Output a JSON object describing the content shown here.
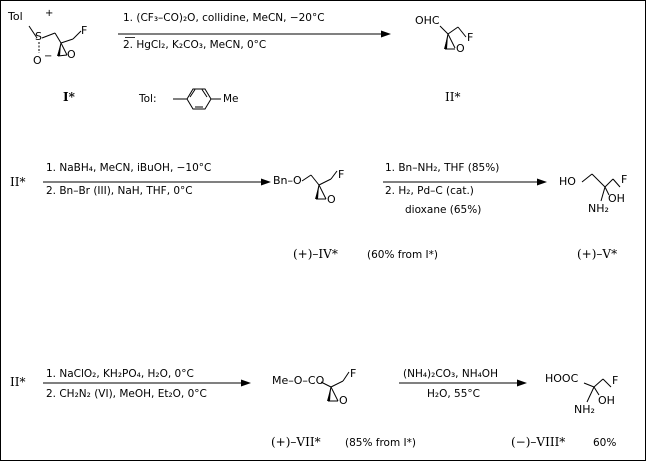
{
  "row1": {
    "start_compound": "I*",
    "atoms": {
      "tol": "Tol",
      "plus": "+",
      "s": "S",
      "o_minus": "O",
      "minus": "−",
      "epox_o": "O",
      "f": "F"
    },
    "conditions": [
      "1. (CF₃–CO)₂O, collidine,   MeCN,   −20°C",
      "2. HgCl₂, K₂CO₃,   MeCN,   0°C"
    ],
    "tol_legend": {
      "label": "Tol:",
      "me": "Me"
    },
    "product": {
      "ohc": "OHC",
      "f": "F",
      "o": "O",
      "label": "II*"
    }
  },
  "row2": {
    "start_compound": "II*",
    "conditions_a": [
      "1. NaBH₄,   MeCN,  iBuOH,    −10°C",
      "2.  Bn–Br  (III), NaH,  THF,  0°C"
    ],
    "intermediate": {
      "bn": "Bn–O",
      "f": "F",
      "o": "O",
      "label": "(+)–IV*",
      "yield": "(60% from I*)"
    },
    "conditions_b": [
      "1. Bn–NH₂,   THF   (85%)",
      "2. H₂,   Pd–C  (cat.)",
      "dioxane   (65%)"
    ],
    "product": {
      "ho": "HO",
      "f": "F",
      "oh": "OH",
      "nh2": "NH₂",
      "label": "(+)–V*"
    }
  },
  "row3": {
    "start_compound": "II*",
    "conditions_a": [
      "1. NaClO₂,  KH₂PO₄,   H₂O,    0°C",
      "2.  CH₂N₂   (VI),  MeOH, Et₂O,   0°C"
    ],
    "intermediate": {
      "ester": "Me–O–CO",
      "f": "F",
      "o": "O",
      "label": "(+)–VII*",
      "yield": "(85% from I*)"
    },
    "conditions_b": [
      "(NH₄)₂CO₃,  NH₄OH",
      "H₂O,   55°C"
    ],
    "product": {
      "hooc": "HOOC",
      "f": "F",
      "oh": "OH",
      "nh2": "NH₂",
      "label": "(−)–VIII*",
      "yield": "60%"
    }
  }
}
